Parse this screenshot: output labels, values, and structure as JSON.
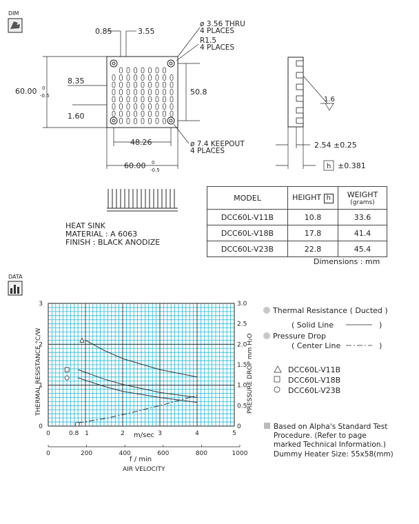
{
  "badges": {
    "dim": "DIM",
    "data": "DATA"
  },
  "dimensions": {
    "d_085": "0.85",
    "d_355": "3.55",
    "hole_dia": "ø 3.56 THRU",
    "hole_count": "4 PLACES",
    "radius": "R1.5",
    "radius_count": "4 PLACES",
    "d_835": "8.35",
    "d_160": "1.60",
    "d_508": "50.8",
    "d_4826": "48.26",
    "keepout": "ø 7.4 KEEPOUT",
    "keepout_count": "4 PLACES",
    "width_base": "60.00",
    "width_tol_up": "0",
    "width_tol_dn": "-0.5",
    "height_base": "60.00",
    "height_tol_up": "0",
    "height_tol_dn": "-0.5",
    "angle": "1.6",
    "base_thk": "2.54 ±0.25",
    "h_label": "h",
    "h_tol": "±0.381"
  },
  "material_block": {
    "line1": "HEAT SINK",
    "line2": "MATERIAL  :  A 6063",
    "line3": "FINISH      :  BLACK ANODIZE"
  },
  "spec_table": {
    "headers": {
      "model": "MODEL",
      "height": "HEIGHT",
      "h": "h",
      "weight": "WEIGHT",
      "weight_unit": "(grams)"
    },
    "rows": [
      {
        "model": "DCC60L-V11B",
        "height": "10.8",
        "weight": "33.6"
      },
      {
        "model": "DCC60L-V18B",
        "height": "17.8",
        "weight": "41.4"
      },
      {
        "model": "DCC60L-V23B",
        "height": "22.8",
        "weight": "45.4"
      }
    ]
  },
  "units_note": "Dimensions   :  mm",
  "legend": {
    "thermal": "Thermal Resistance ( Ducted )",
    "solid": "( Solid Line",
    "solid_end": ")",
    "pressure": "Pressure Drop",
    "center": "( Center Line",
    "center_end": ")",
    "models": [
      "DCC60L-V11B",
      "DCC60L-V18B",
      "DCC60L-V23B"
    ],
    "note1": "Based on Alpha's Standard Test",
    "note2": "Procedure.  (Refer to page",
    "note3": "marked Technical Information.)",
    "note4": "Dummy Heater Size:  55x58(mm)"
  },
  "chart_data": {
    "type": "line",
    "xlabel_top": "m/sec",
    "xlabel_bottom": "f / min",
    "xlabel_caption": "AIR VELOCITY",
    "ylabel_left": "THERMAL  RESISTANCE   °C/W",
    "ylabel_right": "PRESSURE  DROP   mm H₂O",
    "x_ticks_ms": [
      "0",
      "0.8",
      "1",
      "2",
      "3",
      "4",
      "5"
    ],
    "x_ticks_fpm": [
      "0",
      "200",
      "400",
      "600",
      "800",
      "1000"
    ],
    "y_ticks_left": [
      "0",
      "1",
      "2",
      "3"
    ],
    "y_ticks_right": [
      "0",
      "0.5",
      "1.0",
      "1.5",
      "2.0",
      "2.5",
      "3.0"
    ],
    "xlim_ms": [
      0,
      5
    ],
    "ylim_left": [
      0,
      3
    ],
    "ylim_right": [
      0,
      3
    ],
    "series": [
      {
        "name": "DCC60L-V11B",
        "marker": "triangle",
        "x": [
          1.0,
          1.5,
          2,
          3,
          4
        ],
        "y": [
          2.1,
          1.85,
          1.65,
          1.38,
          1.2
        ]
      },
      {
        "name": "DCC60L-V18B",
        "marker": "square",
        "x": [
          0.8,
          1.5,
          2,
          3,
          4
        ],
        "y": [
          1.38,
          1.15,
          1.02,
          0.82,
          0.7
        ]
      },
      {
        "name": "DCC60L-V23B",
        "marker": "circle",
        "x": [
          0.8,
          1.5,
          2,
          3,
          4
        ],
        "y": [
          1.18,
          0.97,
          0.85,
          0.7,
          0.58
        ]
      }
    ],
    "pressure_series": {
      "x": [
        0.8,
        1.5,
        2,
        3,
        4
      ],
      "y": [
        0.08,
        0.18,
        0.28,
        0.5,
        0.75
      ]
    }
  }
}
